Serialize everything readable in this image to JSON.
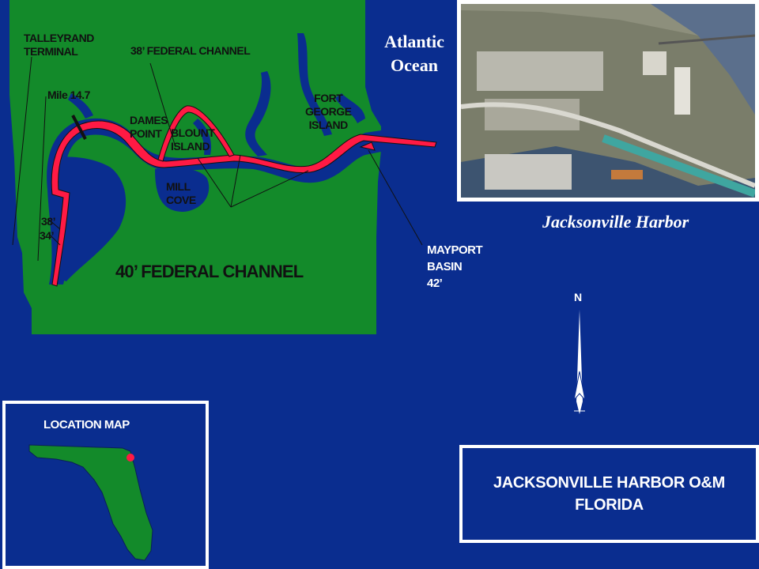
{
  "labels": {
    "talleyrand_line1": "TALLEYRAND",
    "talleyrand_line2": "TERMINAL",
    "federal_38": "38’ FEDERAL CHANNEL",
    "mile": "Mile 14.7",
    "dames_line1": "DAMES",
    "dames_line2": "POINT",
    "blount_line1": "BLOUNT",
    "blount_line2": "ISLAND",
    "fort_line1": "FORT",
    "fort_line2": "GEORGE",
    "fort_line3": "ISLAND",
    "mill_line1": "MILL",
    "mill_line2": "COVE",
    "depth_38": "38’",
    "depth_34": "34’",
    "federal_40": "40’ FEDERAL CHANNEL",
    "mayport_line1": "MAYPORT",
    "mayport_line2": "BASIN",
    "mayport_line3": "42’",
    "ocean_line1": "Atlantic",
    "ocean_line2": "Ocean"
  },
  "photo": {
    "caption": "Jacksonville Harbor"
  },
  "compass": {
    "north": "N"
  },
  "location_map": {
    "title": "LOCATION MAP"
  },
  "title_box": {
    "line1": "JACKSONVILLE  HARBOR O&M",
    "line2": "FLORIDA"
  },
  "colors": {
    "water": "#0a2d8f",
    "land": "#138a2a",
    "channel": "#ff1a44"
  }
}
